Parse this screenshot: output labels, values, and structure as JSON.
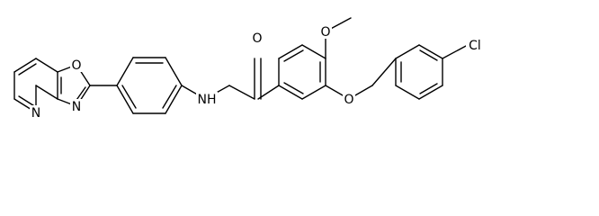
{
  "molecule": {
    "atom_labels": {
      "ox_n": "N",
      "ox_o": "O",
      "py_n": "N",
      "amide_nh": "NH",
      "carbonyl_o": "O",
      "methoxy_o": "O",
      "ether_o": "O",
      "chloro": "Cl"
    }
  }
}
